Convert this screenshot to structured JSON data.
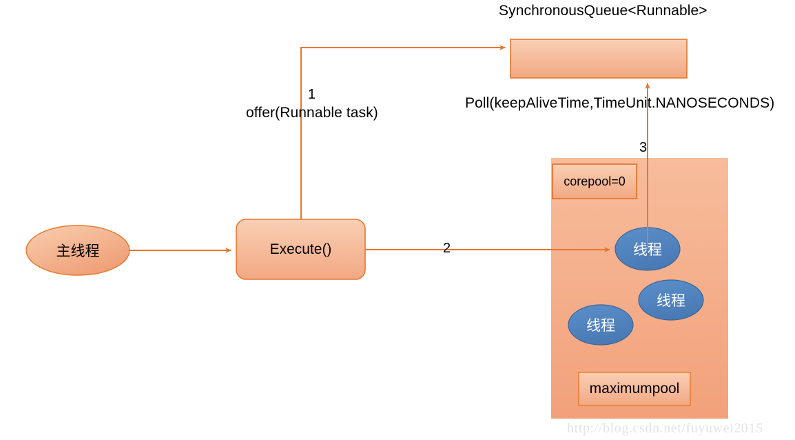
{
  "diagram": {
    "title": "SynchronousQueue<Runnable> thread pool flow",
    "watermark": "http://blog.csdn.net/fuyuwei2015"
  },
  "colors": {
    "arrow": "#E8762C",
    "orange_fill_light": "#F8CBAD",
    "orange_fill_dark": "#F4A882",
    "orange_stroke": "#E8762C",
    "pool_fill": "#F6B895",
    "blue_fill": "#4F81BD",
    "blue_stroke": "#3A6699",
    "text": "#000000",
    "thread_text": "#FFFFFF",
    "watermark_text": "#E3E3E3"
  },
  "labels": {
    "queue_title": "SynchronousQueue<Runnable>",
    "poll_call": "Poll(keepAliveTime,TimeUnit.NANOSECONDS)",
    "offer_call": "offer(Runnable task)",
    "step_1": "1",
    "step_2": "2",
    "step_3": "3"
  },
  "nodes": {
    "main_thread": "主线程",
    "execute": "Execute()",
    "corepool": "corepool=0",
    "maximumpool": "maximumpool",
    "threads": [
      "线程",
      "线程",
      "线程"
    ]
  },
  "flow": [
    {
      "step": "1",
      "label": "offer(Runnable task)",
      "from": "Execute()",
      "to": "SynchronousQueue<Runnable>"
    },
    {
      "step": "2",
      "label": "",
      "from": "Execute()",
      "to": "线程"
    },
    {
      "step": "3",
      "label": "Poll(keepAliveTime,TimeUnit.NANOSECONDS)",
      "from": "线程",
      "to": "SynchronousQueue<Runnable>"
    }
  ]
}
